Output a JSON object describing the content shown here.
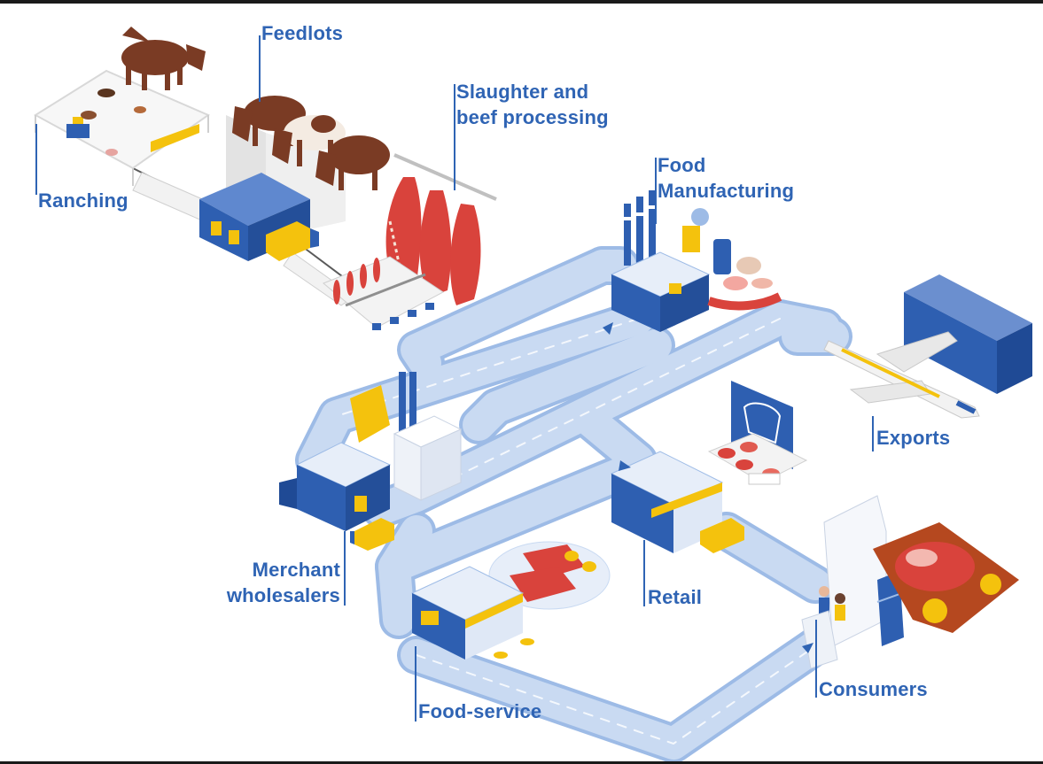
{
  "stages": {
    "ranching": "Ranching",
    "feedlots": "Feedlots",
    "slaughter_line1": "Slaughter and",
    "slaughter_line2": "beef processing",
    "food_mfg_line1": "Food",
    "food_mfg_line2": "Manufacturing",
    "exports": "Exports",
    "merchant_line1": "Merchant",
    "merchant_line2": "wholesalers",
    "retail": "Retail",
    "foodservice": "Food-service",
    "consumers": "Consumers"
  },
  "colors": {
    "label": "#2f64b4",
    "road": "#c9daf2",
    "road_edge": "#9dbbe6",
    "building": "#2e5fb1",
    "building_light": "#e7eef9",
    "accent": "#f4c20d",
    "cattle": "#7a3b24",
    "meat": "#d9433c",
    "board": "#b5481f"
  },
  "icons": [
    "cow-icon",
    "barn-icon",
    "truck-icon",
    "meat-carcass-icon",
    "factory-icon",
    "forklift-icon",
    "airplane-icon",
    "shipping-container-icon",
    "store-icon",
    "restaurant-icon",
    "refrigerator-icon",
    "steak-icon",
    "lemon-icon"
  ]
}
